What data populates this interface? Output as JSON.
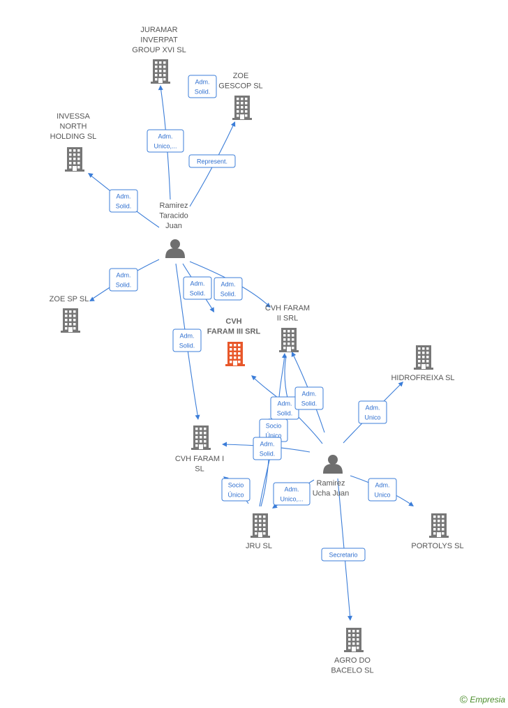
{
  "colors": {
    "edge": "#3b7dd8",
    "building": "#777777",
    "focus_building": "#e8572a",
    "person": "#6f6f6f"
  },
  "nodes": [
    {
      "id": "juramar",
      "type": "company",
      "label": [
        "JURAMAR",
        "INVERPAT",
        "GROUP XVI  SL"
      ]
    },
    {
      "id": "zoe_gescop",
      "type": "company",
      "label": [
        "ZOE",
        "GESCOP  SL"
      ]
    },
    {
      "id": "invessa",
      "type": "company",
      "label": [
        "INVESSA",
        "NORTH",
        "HOLDING  SL"
      ]
    },
    {
      "id": "ramirez_taracido",
      "type": "person",
      "label": [
        "Ramirez",
        "Taracido",
        "Juan"
      ]
    },
    {
      "id": "zoe_sp",
      "type": "company",
      "label": [
        "ZOE SP  SL"
      ]
    },
    {
      "id": "cvh_faram_iii",
      "type": "focus",
      "label": [
        "CVH",
        "FARAM III SRL"
      ]
    },
    {
      "id": "cvh_faram_ii",
      "type": "company",
      "label": [
        "CVH FARAM",
        "II SRL"
      ]
    },
    {
      "id": "hidrofreixa",
      "type": "company",
      "label": [
        "HIDROFREIXA SL"
      ]
    },
    {
      "id": "cvh_faram_i",
      "type": "company",
      "label": [
        "CVH FARAM I",
        "SL"
      ]
    },
    {
      "id": "ramirez_ucha",
      "type": "person",
      "label": [
        "Ramirez",
        "Ucha Juan"
      ]
    },
    {
      "id": "jru",
      "type": "company",
      "label": [
        "JRU SL"
      ]
    },
    {
      "id": "portolys",
      "type": "company",
      "label": [
        "PORTOLYS SL"
      ]
    },
    {
      "id": "agro_do_bacelo",
      "type": "company",
      "label": [
        "AGRO DO",
        "BACELO SL"
      ]
    }
  ],
  "edges": [
    {
      "id": "e1",
      "label": [
        "Adm.",
        "Unico,..."
      ]
    },
    {
      "id": "e2",
      "label": [
        "Adm.",
        "Solid."
      ]
    },
    {
      "id": "e3",
      "label": [
        "Represent."
      ]
    },
    {
      "id": "e4",
      "label": [
        "Adm.",
        "Solid."
      ]
    },
    {
      "id": "e5",
      "label": [
        "Adm.",
        "Solid."
      ]
    },
    {
      "id": "e6",
      "label": [
        "Adm.",
        "Solid."
      ]
    },
    {
      "id": "e7",
      "label": [
        "Adm.",
        "Solid."
      ]
    },
    {
      "id": "e8",
      "label": [
        "Adm.",
        "Solid."
      ]
    },
    {
      "id": "e9",
      "label": [
        "Adm.",
        "Solid."
      ]
    },
    {
      "id": "e10",
      "label": [
        "Adm.",
        "Solid."
      ]
    },
    {
      "id": "e11",
      "label": [
        "Adm.",
        "Unico"
      ]
    },
    {
      "id": "e12",
      "label": [
        "Socio",
        "Único"
      ]
    },
    {
      "id": "e13",
      "label": [
        "Adm.",
        "Solid."
      ]
    },
    {
      "id": "e14",
      "label": [
        "Socio",
        "Único"
      ]
    },
    {
      "id": "e15",
      "label": [
        "Adm.",
        "Unico,..."
      ]
    },
    {
      "id": "e16",
      "label": [
        "Adm.",
        "Unico"
      ]
    },
    {
      "id": "e17",
      "label": [
        "Secretario"
      ]
    }
  ],
  "credit": {
    "symbol": "©",
    "brand": "Empresia"
  }
}
